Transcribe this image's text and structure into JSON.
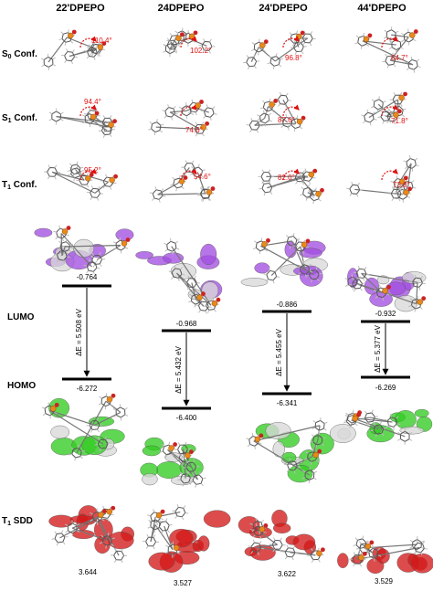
{
  "columns": [
    {
      "title": "22'DPEPO",
      "angles": {
        "s0": "110.4°",
        "s1": "94.4°",
        "t1": "95.2°"
      },
      "lumo": "-0.764",
      "homo": "-6.272",
      "gap": "ΔE = 5.508 eV",
      "sdd": "3.644"
    },
    {
      "title": "24DPEPO",
      "angles": {
        "s0": "102.2°",
        "s1": "74.6°",
        "t1": "54.6°"
      },
      "lumo": "-0.968",
      "homo": "-6.400",
      "gap": "ΔE = 5.432 eV",
      "sdd": "3.527"
    },
    {
      "title": "24'DPEPO",
      "angles": {
        "s0": "96.8°",
        "s1": "87.6°",
        "t1": "82.0°"
      },
      "lumo": "-0.886",
      "homo": "-6.341",
      "gap": "ΔE = 5.455 eV",
      "sdd": "3.622"
    },
    {
      "title": "44'DPEPO",
      "angles": {
        "s0": "64.7°",
        "s1": "71.8°",
        "t1": "73.8°"
      },
      "lumo": "-0.932",
      "homo": "-6.269",
      "gap": "ΔE = 5.377 eV",
      "sdd": "3.529"
    }
  ],
  "row_labels": {
    "s0": {
      "main": "S",
      "sub": "0",
      "rest": " Conf."
    },
    "s1": {
      "main": "S",
      "sub": "1",
      "rest": " Conf."
    },
    "t1": {
      "main": "T",
      "sub": "1",
      "rest": " Conf."
    },
    "lumo": "LUMO",
    "homo": "HOMO",
    "sdd": {
      "main": "T",
      "sub": "1",
      "rest": " SDD"
    }
  },
  "colors": {
    "lumo_orbital": "#a34fe0",
    "homo_orbital": "#33cc22",
    "spin_density": "#d31a1a",
    "angle": "#e01010",
    "phosphorus": "#e8891c",
    "oxygen": "#cc2222"
  }
}
